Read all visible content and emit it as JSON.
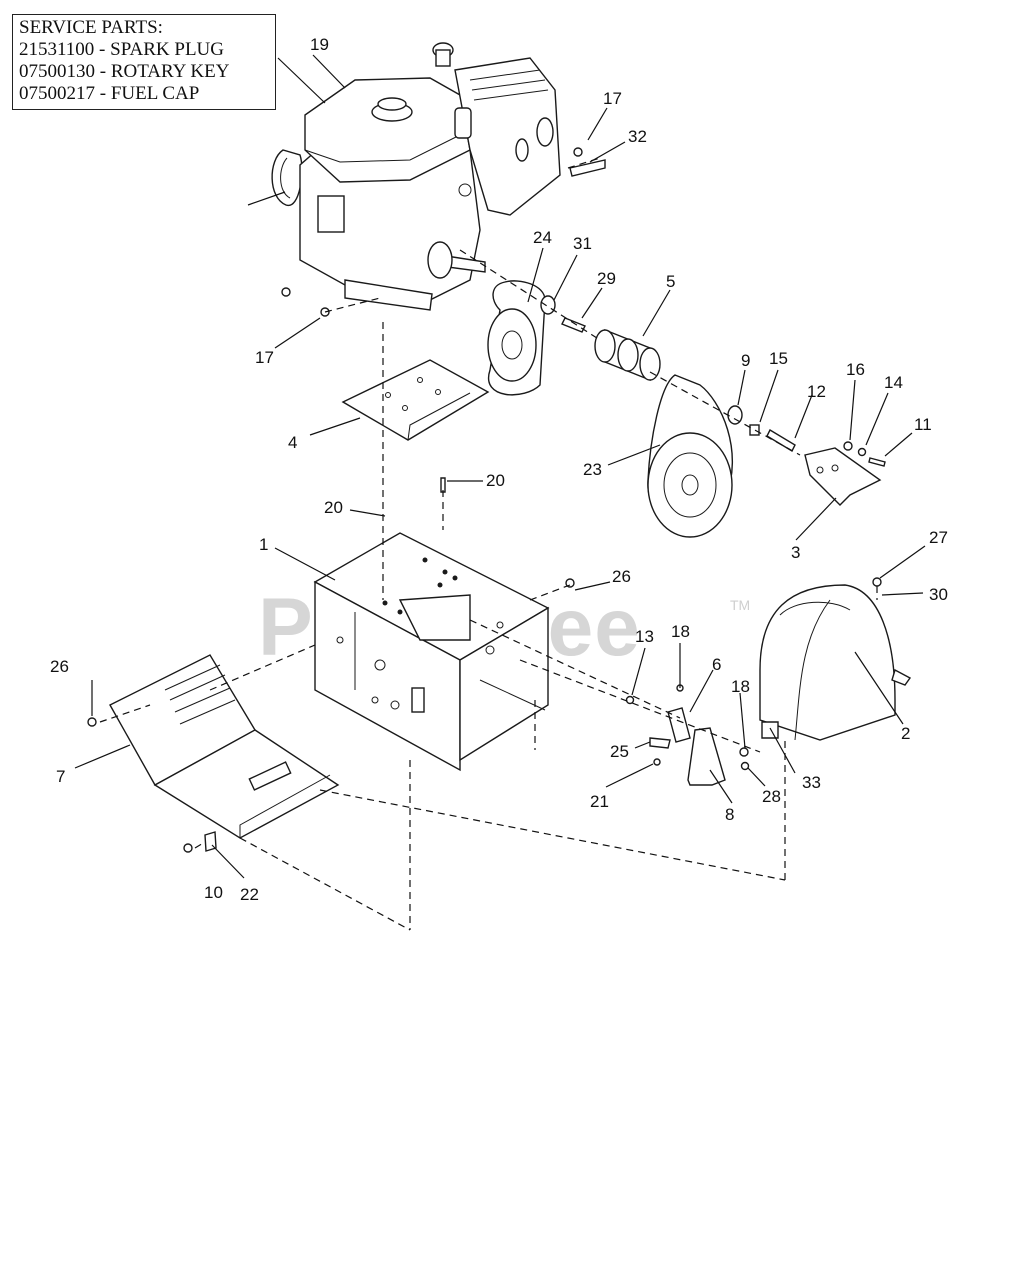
{
  "service_parts": {
    "title": "SERVICE PARTS:",
    "items": [
      "21531100 - SPARK PLUG",
      "07500130 - ROTARY KEY",
      "07500217 - FUEL CAP"
    ]
  },
  "watermark": {
    "text": "PartsTree",
    "tm": "TM"
  },
  "callouts": {
    "c19": "19",
    "c17a": "17",
    "c32": "32",
    "c24": "24",
    "c31": "31",
    "c29": "29",
    "c5": "5",
    "c17b": "17",
    "c9": "9",
    "c15": "15",
    "c12": "12",
    "c16": "16",
    "c14": "14",
    "c11": "11",
    "c4": "4",
    "c23": "23",
    "c20a": "20",
    "c20b": "20",
    "c3": "3",
    "c1": "1",
    "c27": "27",
    "c26a": "26",
    "c30": "30",
    "c13": "13",
    "c18a": "18",
    "c26b": "26",
    "c6": "6",
    "c18b": "18",
    "c2": "2",
    "c25": "25",
    "c7": "7",
    "c33": "33",
    "c28": "28",
    "c21": "21",
    "c8": "8",
    "c10": "10",
    "c22": "22"
  }
}
